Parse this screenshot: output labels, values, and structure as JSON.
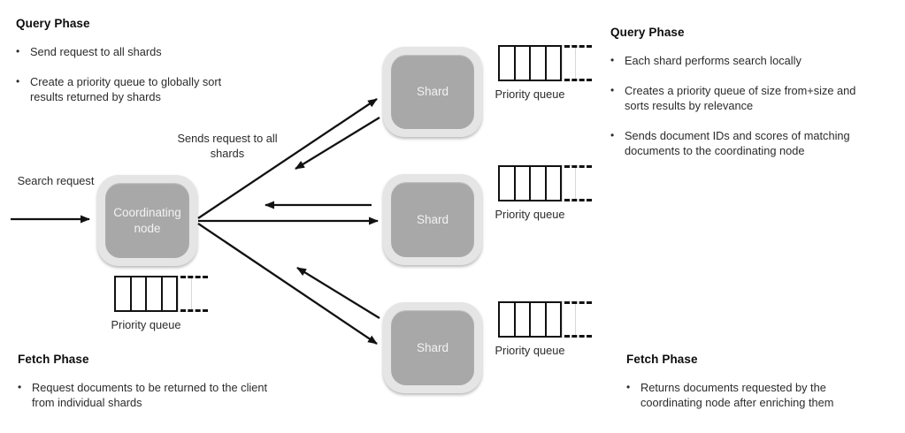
{
  "ui": {
    "bullet_char": "•"
  },
  "panels": {
    "top_left": {
      "heading": "Query Phase",
      "bullets": [
        "Send request to all shards",
        "Create a priority queue to globally sort results returned by shards"
      ]
    },
    "top_right": {
      "heading": "Query Phase",
      "bullets": [
        "Each shard performs search locally",
        "Creates a priority queue of size from+size and sorts results by relevance",
        "Sends document IDs and scores of matching documents to the coordinating node"
      ]
    },
    "bottom_left": {
      "heading": "Fetch Phase",
      "bullets": [
        "Request documents to be returned to the client from individual shards"
      ]
    },
    "bottom_right": {
      "heading": "Fetch Phase",
      "bullets": [
        "Returns documents requested by the coordinating node after enriching them"
      ]
    }
  },
  "diagram": {
    "coordinating_node": {
      "label": "Coordinating node"
    },
    "shards": [
      {
        "label": "Shard"
      },
      {
        "label": "Shard"
      },
      {
        "label": "Shard"
      }
    ],
    "queue_label": "Priority queue",
    "labels": {
      "search_request": "Search request",
      "sends_request": "Sends request to all shards"
    }
  },
  "colors": {
    "node_fill": "#a8a8a8",
    "node_outer": "#e5e5e5",
    "node_text": "#f2f2f2",
    "line_color": "#111111",
    "text_color": "#2b2b2b",
    "heading_color": "#0d0d0d"
  }
}
